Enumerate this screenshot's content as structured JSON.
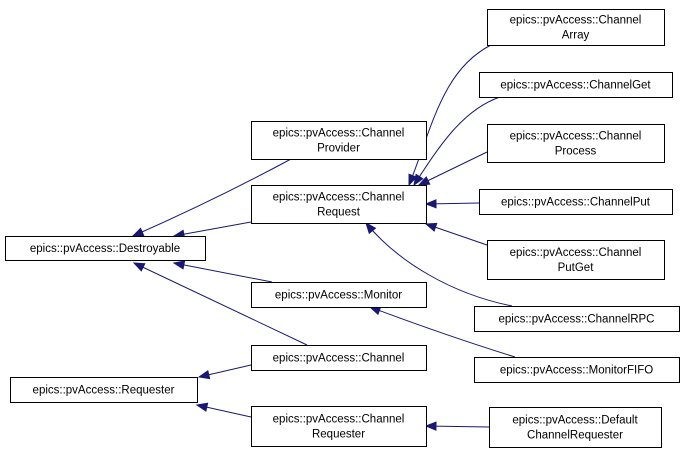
{
  "diagram": {
    "colors": {
      "edge": "#191970",
      "node_border": "#000000",
      "node_fill": "#ffffff",
      "text": "#000000"
    },
    "nodes": [
      {
        "id": "channel-array",
        "lines": [
          "epics::pvAccess::Channel",
          "Array"
        ]
      },
      {
        "id": "channel-get",
        "lines": [
          "epics::pvAccess::ChannelGet"
        ]
      },
      {
        "id": "channel-process",
        "lines": [
          "epics::pvAccess::Channel",
          "Process"
        ]
      },
      {
        "id": "channel-provider",
        "lines": [
          "epics::pvAccess::Channel",
          "Provider"
        ]
      },
      {
        "id": "channel-request",
        "lines": [
          "epics::pvAccess::Channel",
          "Request"
        ]
      },
      {
        "id": "channel-put",
        "lines": [
          "epics::pvAccess::ChannelPut"
        ]
      },
      {
        "id": "destroyable",
        "lines": [
          "epics::pvAccess::Destroyable"
        ]
      },
      {
        "id": "channel-putget",
        "lines": [
          "epics::pvAccess::Channel",
          "PutGet"
        ]
      },
      {
        "id": "monitor",
        "lines": [
          "epics::pvAccess::Monitor"
        ]
      },
      {
        "id": "channel-rpc",
        "lines": [
          "epics::pvAccess::ChannelRPC"
        ]
      },
      {
        "id": "channel",
        "lines": [
          "epics::pvAccess::Channel"
        ]
      },
      {
        "id": "monitor-fifo",
        "lines": [
          "epics::pvAccess::MonitorFIFO"
        ]
      },
      {
        "id": "requester",
        "lines": [
          "epics::pvAccess::Requester"
        ]
      },
      {
        "id": "channel-requester",
        "lines": [
          "epics::pvAccess::Channel",
          "Requester"
        ]
      },
      {
        "id": "default-channel-requester",
        "lines": [
          "epics::pvAccess::Default",
          "ChannelRequester"
        ]
      }
    ],
    "edges": [
      {
        "from": "channel-provider",
        "to": "destroyable"
      },
      {
        "from": "channel-request",
        "to": "destroyable"
      },
      {
        "from": "monitor",
        "to": "destroyable"
      },
      {
        "from": "channel",
        "to": "destroyable"
      },
      {
        "from": "channel",
        "to": "requester"
      },
      {
        "from": "channel-requester",
        "to": "requester"
      },
      {
        "from": "channel-array",
        "to": "channel-request"
      },
      {
        "from": "channel-get",
        "to": "channel-request"
      },
      {
        "from": "channel-process",
        "to": "channel-request"
      },
      {
        "from": "channel-put",
        "to": "channel-request"
      },
      {
        "from": "channel-putget",
        "to": "channel-request"
      },
      {
        "from": "channel-rpc",
        "to": "channel-request"
      },
      {
        "from": "monitor-fifo",
        "to": "monitor"
      },
      {
        "from": "default-channel-requester",
        "to": "channel-requester"
      }
    ]
  }
}
